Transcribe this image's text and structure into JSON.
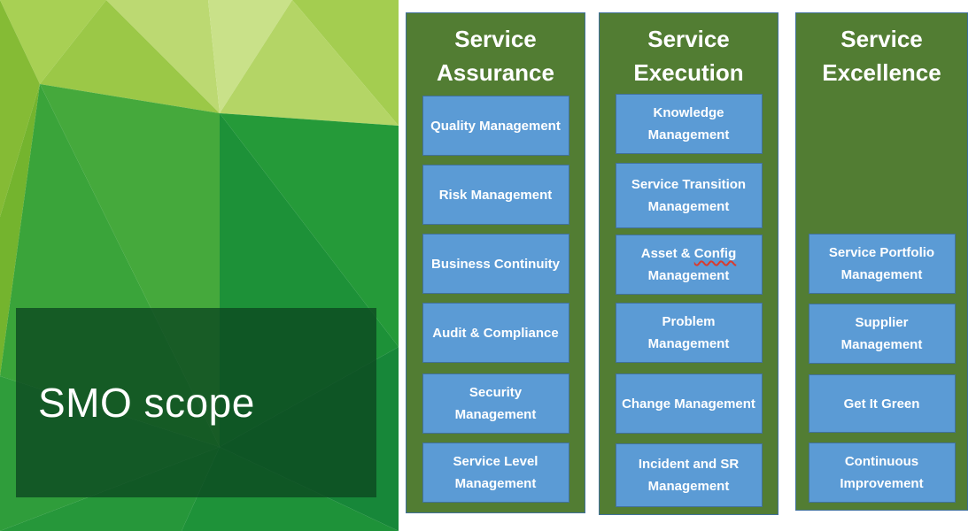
{
  "title": {
    "label": "SMO scope"
  },
  "colors": {
    "panel_green": "#527d33",
    "panel_border_blue": "#41719c",
    "box_blue": "#5b9bd5",
    "box_border": "#41719c",
    "text_white": "#ffffff",
    "spellcheck_squiggle_red": "#d83b2f",
    "lowpoly_palette": [
      "#c9e189",
      "#bcd972",
      "#a8d054",
      "#9bc847",
      "#85bb35",
      "#74b42e",
      "#45a93c",
      "#2fa03c",
      "#259a39",
      "#1d9138",
      "#178739"
    ],
    "title_box_overlay": "rgba(12,70,32,0.78)"
  },
  "columns": [
    {
      "header": "Service Assurance",
      "items": [
        "Quality Management",
        "Risk Management",
        "Business Continuity",
        "Audit & Compliance",
        "Security Management",
        "Service Level Management"
      ]
    },
    {
      "header": "Service Execution",
      "items": [
        "Knowledge Management",
        "Service Transition Management",
        "Asset & Config Management",
        "Problem Management",
        "Change Management",
        "Incident and SR Management"
      ],
      "spellcheck_parts": [
        "Asset & ",
        "Config",
        " Management"
      ]
    },
    {
      "header": "Service Excellence",
      "items": [
        "Service Portfolio Management",
        "Supplier Management",
        "Get It Green",
        "Continuous Improvement"
      ]
    }
  ]
}
